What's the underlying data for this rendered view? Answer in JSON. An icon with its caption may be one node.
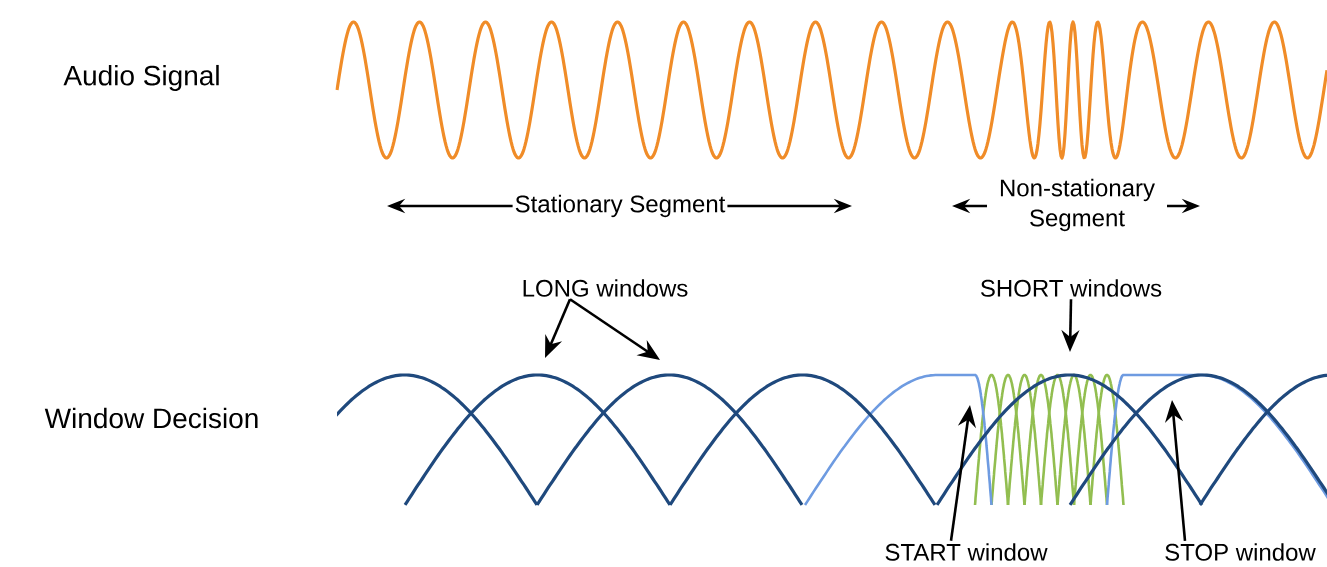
{
  "diagram": {
    "nodes": [
      {
        "text": [
          "LONG windows"
        ]
      },
      {
        "text": [
          "SHORT windows"
        ]
      },
      {
        "text": [
          "START window"
        ]
      },
      {
        "text": [
          "STOP window"
        ]
      }
    ],
    "edges": [
      {
        "from": 0,
        "to": null,
        "arrow": "to"
      },
      {
        "from": 0,
        "to": null,
        "arrow": "to"
      },
      {
        "from": 1,
        "to": null,
        "arrow": "to"
      },
      {
        "from": 2,
        "to": null,
        "arrow": "to"
      },
      {
        "from": 3,
        "to": null,
        "arrow": "to"
      }
    ],
    "labels": [
      "Audio Signal",
      "Stationary Segment",
      "Non-stationary Segment",
      "Window Decision"
    ]
  }
}
